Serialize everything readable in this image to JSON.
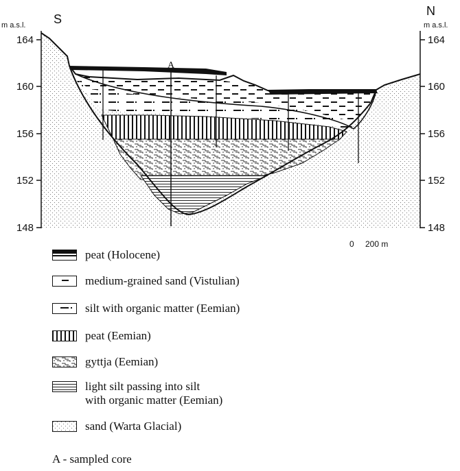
{
  "diagram": {
    "left_direction": "S",
    "right_direction": "N",
    "axis_unit_left": "m a.s.l.",
    "axis_unit_right": "m a.s.l.",
    "ticks": [
      "164",
      "160",
      "156",
      "152",
      "148"
    ],
    "core_label": "A",
    "scale_zero": "0",
    "scale_label": "200 m"
  },
  "legend": [
    {
      "pattern": "peat-holocene",
      "text": "peat (Holocene)"
    },
    {
      "pattern": "medium-sand",
      "text": "medium-grained sand (Vistulian)"
    },
    {
      "pattern": "silt-organic",
      "text": "silt with organic matter (Eemian)"
    },
    {
      "pattern": "peat-eemian",
      "text": "peat (Eemian)"
    },
    {
      "pattern": "gyttja",
      "text": "gyttja (Eemian)"
    },
    {
      "pattern": "light-silt",
      "text": "light silt passing into silt\nwith organic matter (Eemian)"
    },
    {
      "pattern": "sand-warta",
      "text": "sand (Warta Glacial)"
    }
  ],
  "core_note": "A - sampled core"
}
